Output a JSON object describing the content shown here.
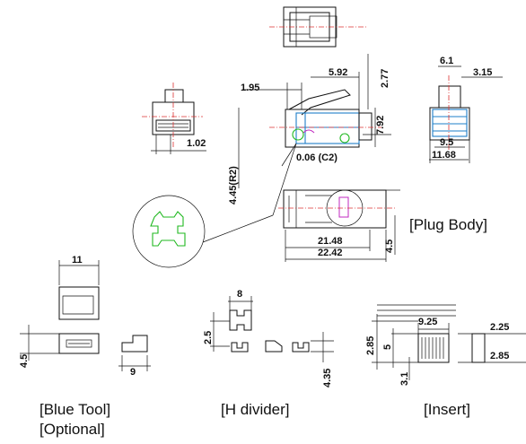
{
  "dimensions": {
    "d_1_02": "1.02",
    "d_1_95": "1.95",
    "d_5_92": "5.92",
    "d_2_77": "2.77",
    "d_7_92": "7.92",
    "d_4_45": "4.45(R2)",
    "d_0_06": "0.06 (C2)",
    "d_6_1": "6.1",
    "d_3_15": "3.15",
    "d_9_5": "9.5",
    "d_11_68": "11.68",
    "d_21_48": "21.48",
    "d_22_42": "22.42",
    "d_4_5_body": "4.5",
    "d_11": "11",
    "d_4_5_tool": "4.5",
    "d_9": "9",
    "d_8": "8",
    "d_2_5": "2.5",
    "d_4_35": "4.35",
    "d_9_25": "9.25",
    "d_2_85_left": "2.85",
    "d_5": "5",
    "d_3_1": "3.1",
    "d_2_25": "2.25",
    "d_2_85_right": "2.85"
  },
  "captions": {
    "plug_body": "[Plug Body]",
    "blue_tool": "[Blue Tool]",
    "optional": "[Optional]",
    "h_divider": "[H divider]",
    "insert": "[Insert]"
  },
  "colors": {
    "outline": "#111111",
    "centerline": "#dd3333",
    "blue_part": "#1e7fc8",
    "green_part": "#1fb81f",
    "magenta_part": "#c02ac0"
  }
}
